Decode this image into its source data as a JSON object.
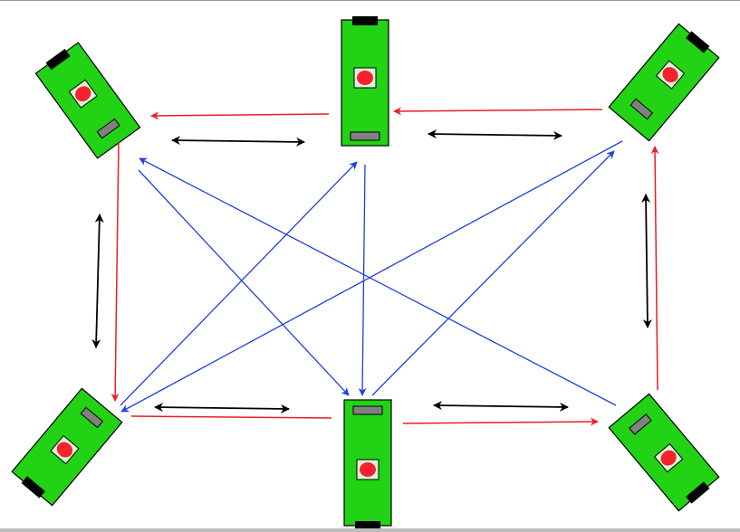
{
  "diagram": {
    "robots": [
      {
        "id": "robot-top-left"
      },
      {
        "id": "robot-top-center"
      },
      {
        "id": "robot-top-right"
      },
      {
        "id": "robot-bottom-left"
      },
      {
        "id": "robot-bottom-center"
      },
      {
        "id": "robot-bottom-right"
      }
    ],
    "colors": {
      "body": "#22d214",
      "body_outline": "#000000",
      "center_mark": "#f5222d",
      "panel": "#808080",
      "bumper": "#000000",
      "forward_link": "#ee1c24",
      "bidirectional_link": "#000000",
      "cross_link": "#1f3fe6"
    },
    "legend": []
  }
}
